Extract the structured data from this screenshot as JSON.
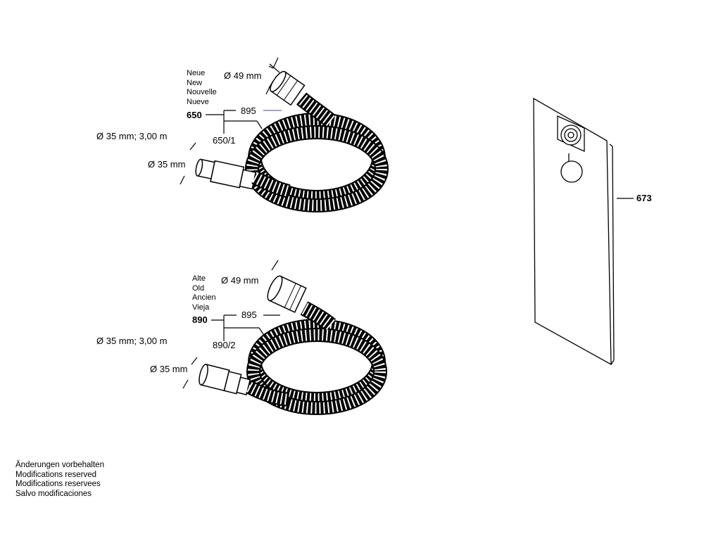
{
  "top_hose": {
    "lang_label": [
      "Neue",
      "New",
      "Nouvelle",
      "Nueve"
    ],
    "diameter_end": "Ø 49 mm",
    "part_main": "650",
    "part_sub1": "895",
    "part_sub2": "650/1",
    "diameter_length": "Ø 35 mm; 3,00 m",
    "diameter_start": "Ø 35 mm"
  },
  "bottom_hose": {
    "lang_label": [
      "Alte",
      "Old",
      "Ancien",
      "Vieja"
    ],
    "diameter_end": "Ø 49 mm",
    "part_main": "890",
    "part_sub1": "895",
    "part_sub2": "890/2",
    "diameter_length": "Ø 35 mm; 3,00 m",
    "diameter_start": "Ø 35 mm"
  },
  "panel": {
    "part": "673"
  },
  "footer": {
    "lines": [
      "Änderungen vorbehalten",
      "Modifications reserved",
      "Modifications reservees",
      "Salvo modificaciones"
    ]
  },
  "icons": {
    "hose_top": "flexible-hose-icon",
    "hose_bottom": "flexible-hose-icon",
    "filter_bag": "filter-bag-icon"
  }
}
